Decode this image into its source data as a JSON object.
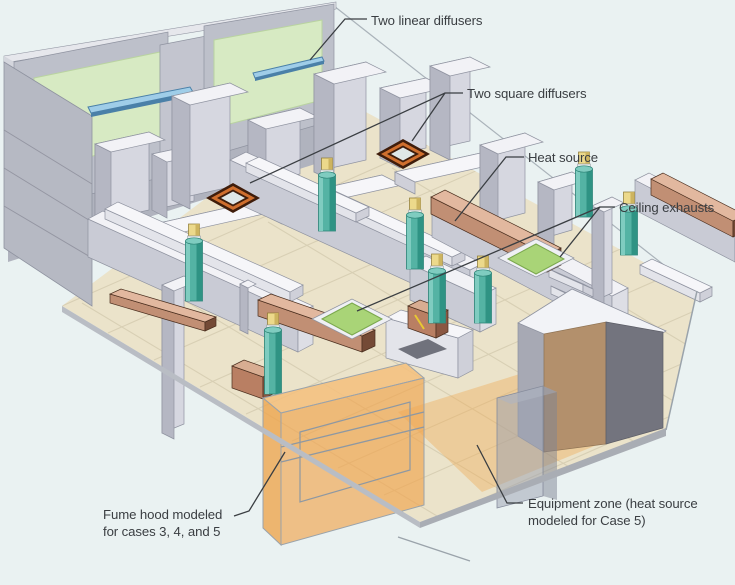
{
  "figure": {
    "kind": "3d-laboratory-ventilation-model",
    "background": "#eaf2f2",
    "annotations": {
      "linear_diffusers": {
        "label": "Two linear diffusers"
      },
      "square_diffusers": {
        "label": "Two square diffusers"
      },
      "heat_source": {
        "label": "Heat source"
      },
      "ceiling_exhausts": {
        "label": "Ceiling exhausts"
      },
      "fume_hood": {
        "line1": "Fume hood modeled",
        "line2": "for cases 3, 4, and 5"
      },
      "equipment_zone": {
        "line1": "Equipment zone (heat source",
        "line2": "modeled for Case 5)"
      }
    },
    "colors": {
      "background": "#eaf2f2",
      "wall_green_panel": "#d7eac3",
      "wall_green_edge": "#b9d3a0",
      "wall_gray": "#bdc0ca",
      "wall_gray_light": "#e6e7ec",
      "wall_gray_band": "#b0b3be",
      "left_wall": "#b6b9c3",
      "floor": "#ebe3ca",
      "floor_tile_line": "#d8cfb4",
      "floor_edge": "#a9adb4",
      "box_top": "#f2f2f6",
      "box_front": "#d6d7e0",
      "box_side": "#b5b7c3",
      "box_outline": "#8f93a0",
      "linear_diffuser": "#9fcde8",
      "linear_diffuser_edge": "#4a80a8",
      "square_diffuser_orange": "#cf6f2e",
      "square_diffuser_dark": "#3f1d0b",
      "square_diffuser_hole": "#dfe7e7",
      "heat_source_top": "#e2b89f",
      "heat_source_front": "#c18f74",
      "heat_source_side": "#744a36",
      "heat_source_outline": "#4a2e1e",
      "small_heater_front": "#b97f63",
      "ceiling_exhaust": "#a9d477",
      "ceiling_exhaust_edge": "#7ba84e",
      "cylinder_teal": "#54b3a4",
      "cylinder_teal_dark": "#2f9384",
      "cylinder_teal_light": "#7fccc0",
      "cylinder_cap_yellow": "#ecd98b",
      "cylinder_cap_side": "#cdb45f",
      "fume_hood_orange": "#f0a44e",
      "fume_hood_top": "#f4c07c",
      "equipment_zone_orange": "#eea84e",
      "door_tan": "#b3906c",
      "cabinet_dark": "#73747e",
      "cabinet_gray": "#a7a9b4",
      "wireframe": "#9aa3ab",
      "leader_line": "#3a3e42",
      "label_text": "#3a3e42"
    }
  }
}
